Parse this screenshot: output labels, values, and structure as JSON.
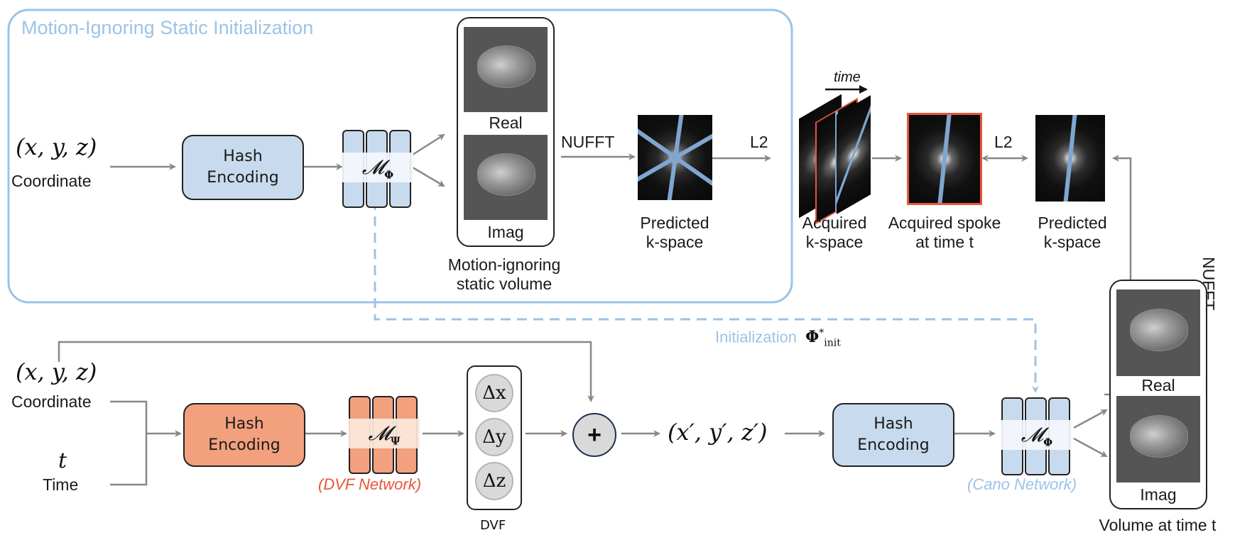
{
  "colors": {
    "blue": "#9cc3e6",
    "blue_fill": "#c8dbee",
    "orange": "#f2a07e",
    "orange_text": "#e8553a",
    "arrow": "#888888"
  },
  "stage1": {
    "title": "Motion-Ignoring Static Initialization",
    "coord_math": "(x, y, z)",
    "coord_label": "Coordinate",
    "hash_label_1": "Hash",
    "hash_label_2": "Encoding",
    "mlp_symbol": "𝓜",
    "mlp_sub": "Φ",
    "vol_real": "Real",
    "vol_imag": "Imag",
    "vol_caption_1": "Motion-ignoring",
    "vol_caption_2": "static volume",
    "nufft": "NUFFT",
    "pred_k_1": "Predicted",
    "pred_k_2": "k-space",
    "l2": "L2"
  },
  "middle": {
    "time_label": "time",
    "acq_k_1": "Acquired",
    "acq_k_2": "k-space",
    "spoke_1": "Acquired spoke",
    "spoke_2": "at time t",
    "l2": "L2",
    "pred_k_1": "Predicted",
    "pred_k_2": "k-space",
    "nufft_vertical": "NUFFT"
  },
  "init_label": "Initialization",
  "init_symbol": "Φ*init",
  "stage2": {
    "coord_math": "(x, y, z)",
    "coord_label": "Coordinate",
    "t_math": "t",
    "time_label": "Time",
    "hash_label_1": "Hash",
    "hash_label_2": "Encoding",
    "dvf_mlp_symbol": "𝓜",
    "dvf_mlp_sub": "Ψ",
    "dvf_network": "(DVF Network)",
    "dvf_items": [
      "Δx",
      "Δy",
      "Δz"
    ],
    "dvf_label": "DVF",
    "plus": "+",
    "warped_coord": "(x′, y′, z′)",
    "cano_mlp_symbol": "𝓜",
    "cano_mlp_sub": "Φ",
    "cano_network": "(Cano Network)",
    "vol_real": "Real",
    "vol_imag": "Imag",
    "vol_caption": "Volume at time t"
  }
}
